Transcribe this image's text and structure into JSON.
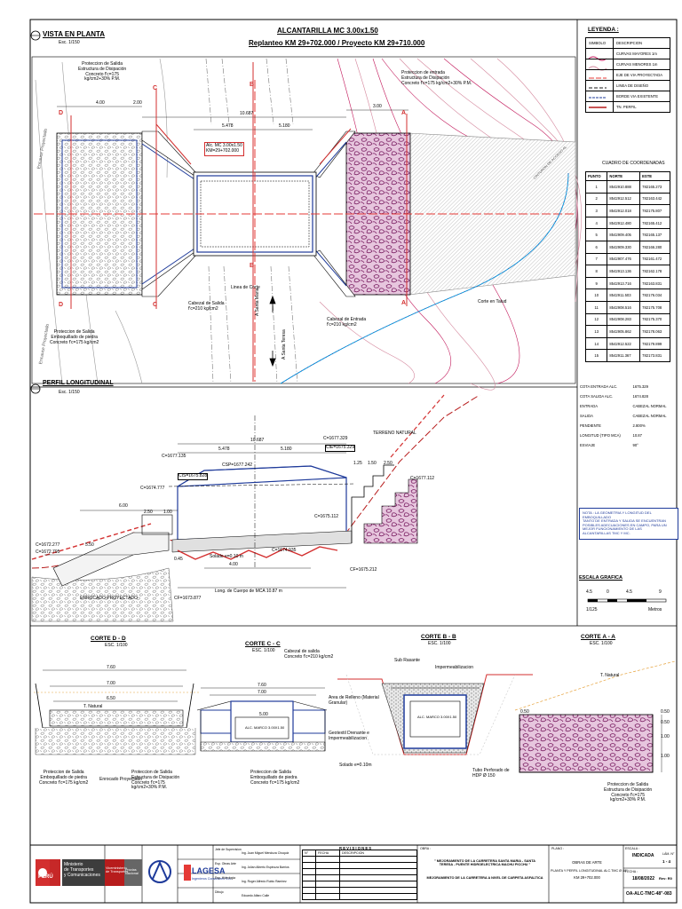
{
  "header": {
    "view_title": "VISTA EN PLANTA",
    "view_scale": "Esc. 1/150",
    "main_title": "ALCANTARILLA MC 3.00x1.50",
    "main_subtitle": "Replanteo KM 29+702.000 / Proyecto KM 29+710.000"
  },
  "legend": {
    "title": "LEYENDA :",
    "col_symbol": "SIMBOLO",
    "col_desc": "DESCRIPCION",
    "items": [
      {
        "label": "CURVAS MAYORES 1m",
        "color": "#c2185b"
      },
      {
        "label": "CURVAS MENORES 1m",
        "color": "#d4869c"
      },
      {
        "label": "EJE DE VIA PROYECTADA",
        "color": "#e53935"
      },
      {
        "label": "LINEA DE DISEÑO",
        "color": "#1a1a1a"
      },
      {
        "label": "BORDE VIA EXISTENTE",
        "color": "#1e3a9a"
      },
      {
        "label": "TN. PERFIL",
        "color": "#b71c1c"
      }
    ]
  },
  "coordinates": {
    "title": "CUADRO DE COORDENADAS",
    "headers": [
      "PUNTO",
      "NORTE",
      "ESTE"
    ],
    "rows": [
      [
        "1",
        "8542910.888",
        "782165.273"
      ],
      [
        "2",
        "8542912.512",
        "782163.442"
      ],
      [
        "3",
        "8542912.018",
        "782175.807"
      ],
      [
        "4",
        "8542912.480",
        "782165.412"
      ],
      [
        "5",
        "8542909.405",
        "782165.137"
      ],
      [
        "6",
        "8542909.330",
        "782166.280"
      ],
      [
        "7",
        "8542907.476",
        "782161.472"
      ],
      [
        "8",
        "8542913.136",
        "782162.178"
      ],
      [
        "9",
        "8542913.716",
        "782163.831"
      ],
      [
        "10",
        "8542911.503",
        "782176.034"
      ],
      [
        "11",
        "8542908.516",
        "782175.708"
      ],
      [
        "12",
        "8542908.283",
        "782175.370"
      ],
      [
        "13",
        "8542905.862",
        "782178.063"
      ],
      [
        "14",
        "8542912.522",
        "782179.899"
      ],
      [
        "15",
        "8542911.367",
        "782173.831"
      ]
    ]
  },
  "design_data": [
    [
      "COTA ENTRADA ALC.",
      "1675.329"
    ],
    [
      "COTA SALIDA ALC.",
      "1674.828"
    ],
    [
      "ENTRADA",
      "CABEZAL NORMAL"
    ],
    [
      "SALIDA",
      "CABEZAL NORMAL"
    ],
    [
      "PENDIENTE",
      "2.800%"
    ],
    [
      "LONGITUD (TIPO MCA)",
      "10.87"
    ],
    [
      "ESVIAJE",
      "90°"
    ]
  ],
  "note": {
    "lines": [
      "NOTA : LA GEOMETRIA Y LONGITUD DEL EMBOQUILLADO",
      "TANTO DE ENTRADA Y SALIDA SE ENCUENTRAN",
      "POSIBLES ADECUACIONES EN CAMPO, PARA UN",
      "MEJOR FUNCIONAMIENTO DE LAS",
      "ALCANTARILLAS TMC Y MC."
    ]
  },
  "scale_bar": {
    "title": "ESCALA GRAFICA",
    "ticks": [
      "4.5",
      "0",
      "4.5",
      "9"
    ],
    "ratio": "1/125",
    "unit": "Metros"
  },
  "plan": {
    "notes": {
      "salida": [
        "Proteccion de Salida",
        "Estructura de Disipación",
        "Concreto f'c=175",
        "kg/cm2+30% P.M."
      ],
      "entrada": [
        "Proteccion de entrada",
        "Estructura de Disipación",
        "Concreto f'c=175 kg/cm2+30% P.M."
      ],
      "box": [
        "Alc. MC 3.00x1.50",
        "KM=29+702.000"
      ],
      "cab_salida": [
        "Cabezal de Salida",
        "f'c=210 kg/cm2"
      ],
      "cab_entrada": [
        "Cabezal de Entrada",
        "f'c=210 kg/cm2"
      ],
      "emboq": [
        "Proteccion de Salida",
        "Emboquillado de piedra",
        "Concreto f'c=175 kg/cm2"
      ],
      "linea_corte": "Linea de Corte",
      "corte_talud": "Corte en Talud",
      "a_santa_maria": "A Santa Maria",
      "a_santa_teresa": "A Santa Teresa",
      "encauce": "Encauce Proyectado",
      "cinturon": "CINTURON DE ACCESO AL"
    },
    "dims": {
      "top_total": "10.687",
      "d1": "5.478",
      "d2": "5.180",
      "w1": "4.00",
      "w2": "3.00",
      "w3": "2.00"
    },
    "cut_labels": [
      "D",
      "C",
      "B",
      "A"
    ]
  },
  "profile": {
    "title": "PERFIL LONGITUDINAL",
    "scale": "Esc. 1/150",
    "labels": {
      "c1": "C=1677.135",
      "c2": "C=1674.777",
      "c3": "C=1672.277",
      "c4": "C=1672.795",
      "c5": "CSP=1677.242",
      "c6": "CIS=1675.828",
      "c7": "C=1677.329",
      "c8": "CIE=1675.329",
      "c9": "C=1677.112",
      "c10": "C=1675.112",
      "c11": "C=1674.935",
      "c12": "CF=1673.877",
      "c13": "CF=1675.212",
      "tn": "TERRENO NATURAL",
      "solado": "Solado e=0.10 m",
      "long": "Long. de Cuerpo de MCA 10.87 m",
      "enrocado": "ENROCADO PROYECTADO",
      "d_total": "10.687",
      "d_a": "5.478",
      "d_b": "5.180",
      "d_c": "6.00",
      "d_d": "5.50",
      "d_e": "2.50",
      "d_f": "1.00",
      "d_g": "4.00",
      "d_h": "1.25",
      "d_i": "1.50",
      "d_j": "2.50",
      "d_k": "0.45"
    }
  },
  "sections": {
    "dd": {
      "title": "CORTE D - D",
      "scale": "ESC. 1/100",
      "dims": [
        "7.60",
        "7.00",
        "6.50"
      ],
      "notes": [
        "Proteccion de Salida",
        "Emboquillado de piedra",
        "Concreto f'c=175 kg/cm2",
        "Enrocado Proyectado",
        "Proteccion de Salida",
        "Estructura de Disipación",
        "Concreto f'c=175",
        "kg/cm2+30% P.M.",
        "T. Natural"
      ]
    },
    "cc": {
      "title": "CORTE C - C",
      "scale": "ESC. 1/100",
      "dims": [
        "7.60",
        "7.00",
        "5.00",
        "ALC. MARCO 3.00X1.50"
      ],
      "notes": [
        "Cabezal de salida",
        "Concreto f'c=210 kg/cm2",
        "Proteccion de Salida",
        "Emboquillado de piedra",
        "Concreto f'c=175 kg/cm2"
      ]
    },
    "bb": {
      "title": "CORTE B - B",
      "scale": "ESC. 1/100",
      "dims": [
        "ALC. MARCO 3.00X1.50"
      ],
      "notes": [
        "Sub Rasante",
        "Impermeabilizacion",
        "Area de Relleno (Material Granular)",
        "Geotextil Drenante e Impermeabilizacion",
        "Solado e=0.10m",
        "Tubo Perforado de HDP Ø 150"
      ]
    },
    "aa": {
      "title": "CORTE A - A",
      "scale": "ESC. 1/100",
      "dims": [
        "0.50",
        "0.50",
        "0.50",
        "1.00",
        "1.00"
      ],
      "notes": [
        "T. Natural",
        "Proteccion de Salida",
        "Estructura de Disipación",
        "Concreto f'c=175",
        "kg/cm2+30% P.M."
      ]
    }
  },
  "title_block": {
    "ministry": [
      "Ministerio",
      "de Transportes",
      "y Comunicaciones"
    ],
    "vice": [
      "Viceministerio",
      "de Transportes"
    ],
    "provias": [
      "Provias",
      "Nacional"
    ],
    "company": "LAGESA",
    "company_sub": "Ingenieros Consultores S.A.",
    "people": [
      [
        "Jefe de Supervision",
        "Ing. Juan Miguel Mendoza Chuquiz"
      ],
      [
        "Esp. Obras Arte",
        "Ing. Julian Alberto Espinoza Barrios"
      ],
      [
        "Esp. Hidrologia",
        "Ing. Roger Alfredo Rubio Ramirez"
      ],
      [
        "Dibujo",
        "Eduardo Alfaro Calle"
      ]
    ],
    "revisions_title": "R E V I S I O N E S",
    "rev_headers": [
      "N°",
      "FECHA",
      "DESCRIPCION"
    ],
    "obra_label": "OBRA :",
    "obra": [
      "\" MEJORAMIENTO DE LA CARRETERA SANTA MARIA - SANTA",
      "TERESA - PUENTE HIDROELECTRICA MACHU PICCHU \"",
      "MEJORAMIENTO DE LA CARRETERA A NIVEL DE CARPETA ASFALTICA"
    ],
    "plano_label": "PLANO :",
    "plano": [
      "OBRAS DE ARTE",
      "PLANTA Y PERFIL LONGITUDINAL ALC.TMC Ø 48\"",
      "KM 29+702.000"
    ],
    "escala_label": "ESCALA :",
    "escala": "INDICADA",
    "fecha_label": "FECHA :",
    "fecha": "18/08/2022",
    "lam_label": "LÁM. N°",
    "lam": "1 - 4",
    "rev_label": "Rev: R0",
    "code": "OA-ALC-TMC-48\"-083"
  }
}
